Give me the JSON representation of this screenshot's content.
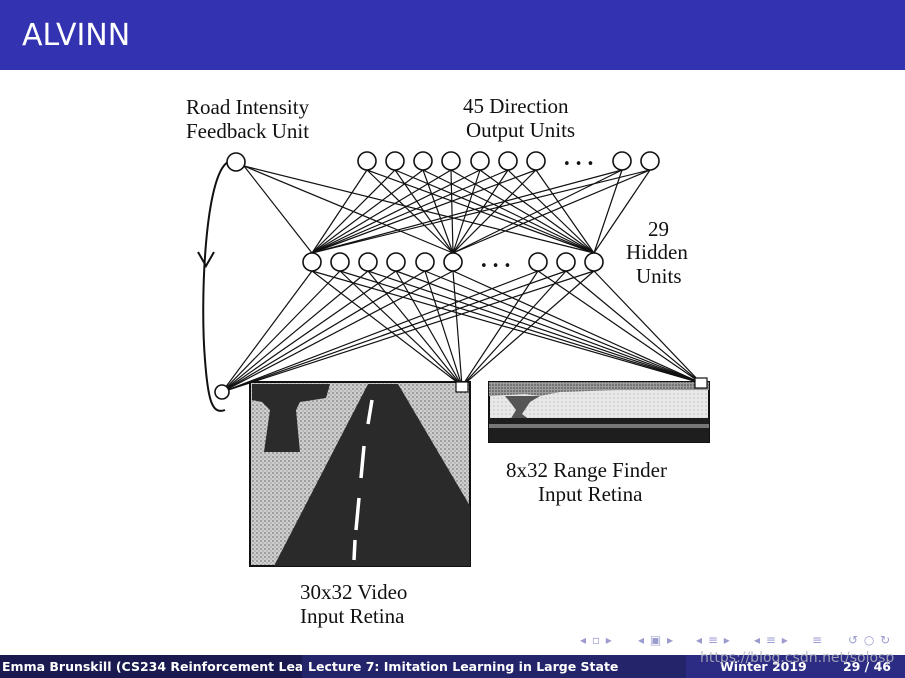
{
  "slide": {
    "title": "ALVINN"
  },
  "diagram": {
    "labels": {
      "feedback_line1": "Road Intensity",
      "feedback_line2": "Feedback Unit",
      "output_line1": "45 Direction",
      "output_line2": "Output Units",
      "hidden_line1": "29",
      "hidden_line2": "Hidden",
      "hidden_line3": "Units",
      "range_line1": "8x32 Range Finder",
      "range_line2": "Input Retina",
      "video_line1": "30x32 Video",
      "video_line2": "Input Retina"
    },
    "ellipsis": "• • •"
  },
  "footer": {
    "author": "Emma Brunskill (CS234 Reinforcement Learn",
    "lecture": "Lecture 7: Imitation Learning in Large State",
    "date": "Winter 2019",
    "pages": "29 / 46"
  },
  "watermark": "https://blog.csdn.net/solosp",
  "colors": {
    "title_bar": "#3333b2",
    "footer_dark": "#1a1a50",
    "footer_mid": "#24246b",
    "footer_light": "#2c2c85"
  },
  "icons": [
    "nav-left-arrow-icon",
    "nav-frame-icon",
    "nav-subsection-icon",
    "nav-section-icon",
    "nav-align-icon",
    "nav-search-icon"
  ]
}
